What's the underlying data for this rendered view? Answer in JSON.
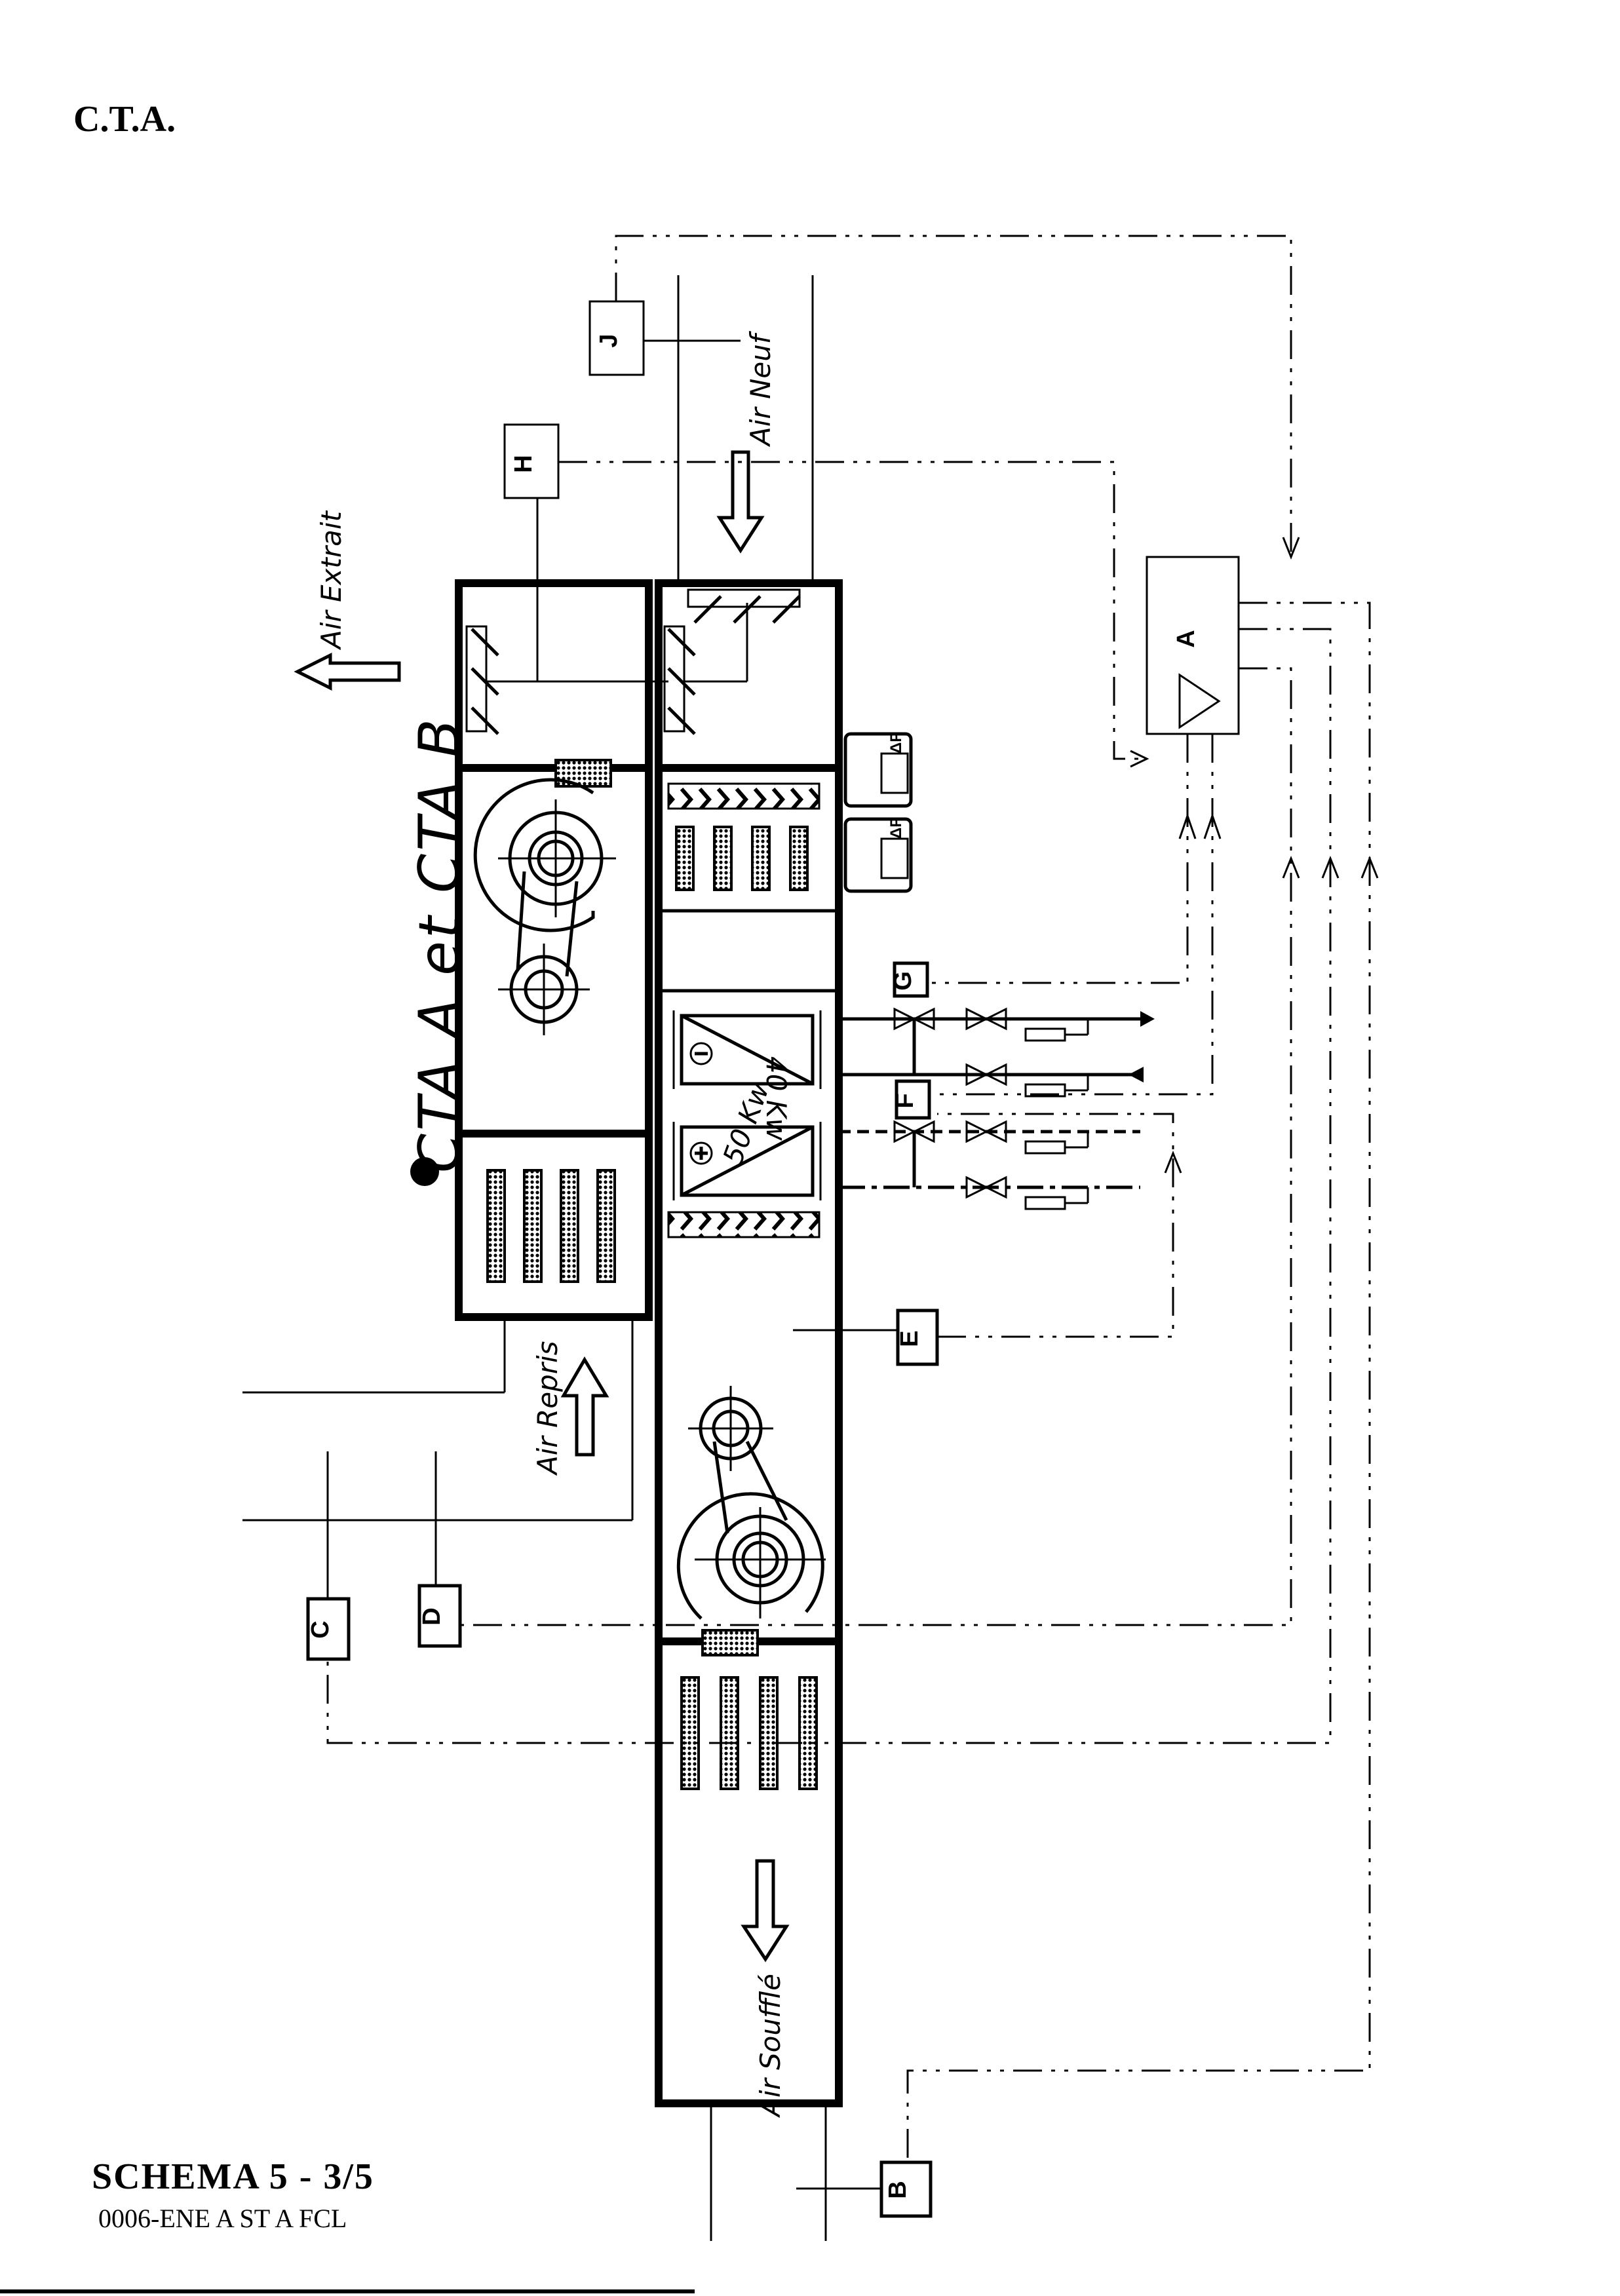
{
  "header": {
    "title": "C.T.A."
  },
  "footer": {
    "schema": "SCHEMA  5 - 3/5",
    "reference": "0006-ENE A ST A FCL"
  },
  "diagram": {
    "unit_title": "CTA A et CTA B",
    "flows": {
      "extract": "Air Extrait",
      "fresh": "Air Neuf",
      "return": "Air Repris",
      "supply": "Air Soufflé"
    },
    "coils": {
      "cooling": "40 Kw",
      "heating": "50 Kw"
    },
    "sensor_labels": {
      "a": "A",
      "b": "B",
      "c": "C",
      "d": "D",
      "e": "E",
      "f": "F",
      "g": "G",
      "h": "H",
      "j": "J"
    },
    "pressure_label": "ΔP"
  }
}
